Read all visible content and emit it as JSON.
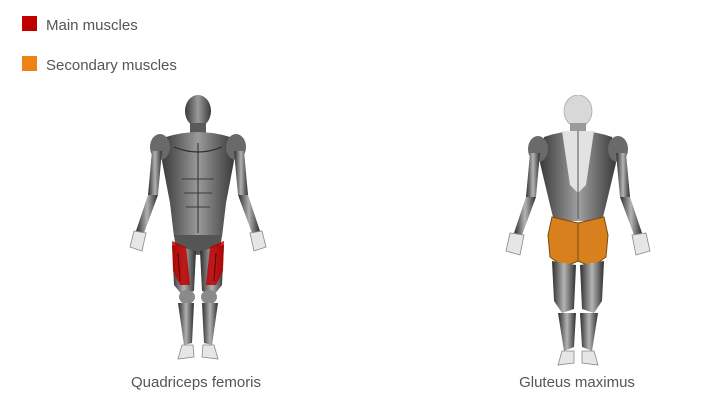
{
  "legend": {
    "main": {
      "label": "Main muscles",
      "color": "#c00000"
    },
    "secondary": {
      "label": "Secondary muscles",
      "color": "#f08213"
    }
  },
  "figures": {
    "front": {
      "view": "front",
      "highlight": "main",
      "caption": "Quadriceps femoris"
    },
    "back": {
      "view": "back",
      "highlight": "secondary",
      "caption": "Gluteus maximus"
    }
  }
}
